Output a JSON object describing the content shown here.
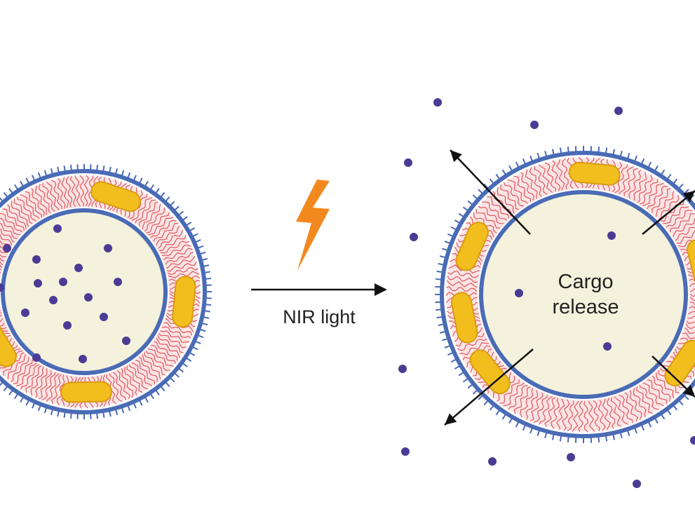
{
  "labels": {
    "trigger": "NIR light",
    "cargo_line1": "Cargo",
    "cargo_line2": "release"
  },
  "colors": {
    "background": "#ffffff",
    "vesicle_core": "#f4f2dc",
    "lipid_head": "#4a6bb5",
    "lipid_tail": "#e0565f",
    "nanorod": "#f2be1e",
    "nanorod_edge": "#d89c10",
    "cargo": "#4b3b94",
    "lightning": "#f2891e",
    "arrow": "#111111",
    "text": "#222222"
  },
  "icons": {
    "trigger": "lightning-bolt-icon",
    "process_arrow": "right-arrow-icon",
    "release_arrow": "release-arrow-icon"
  }
}
